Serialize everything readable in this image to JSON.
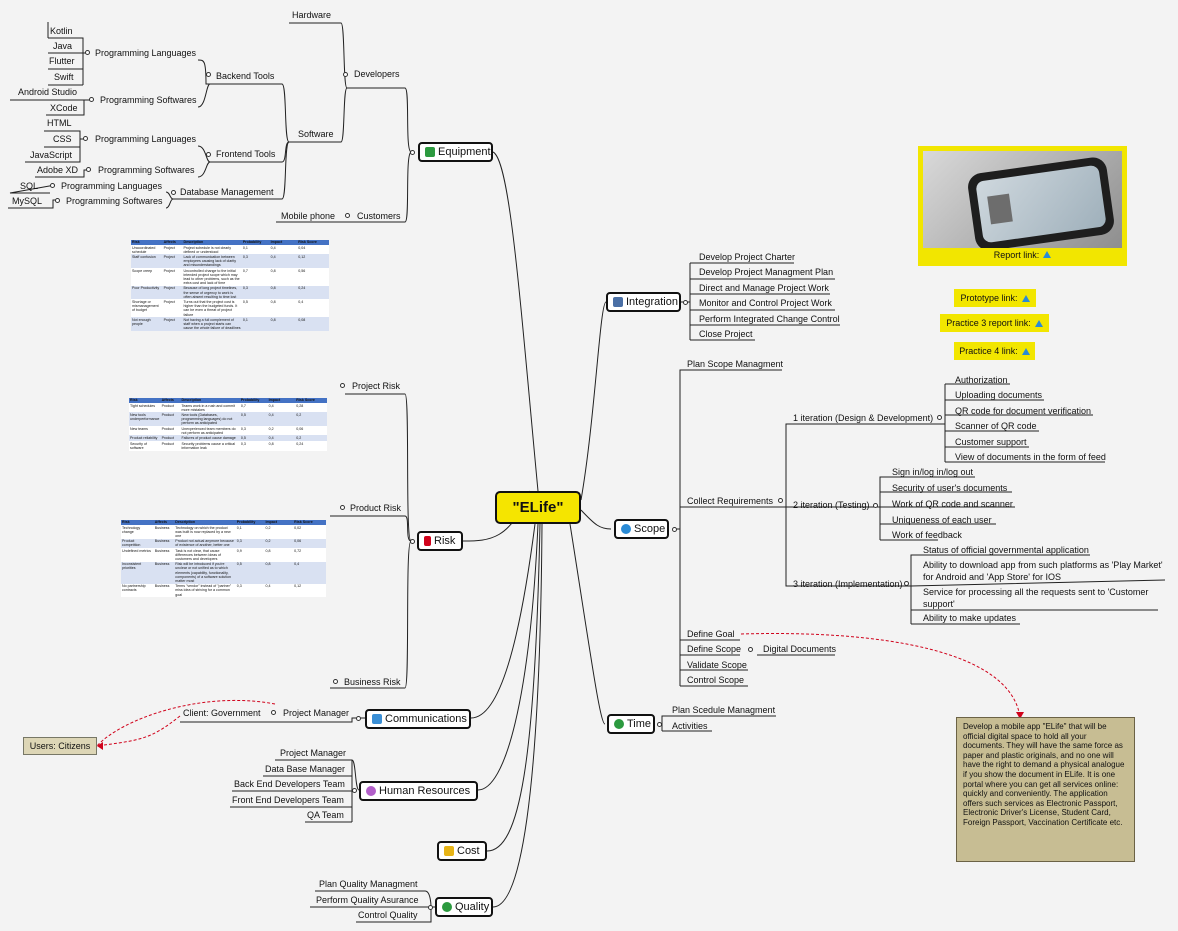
{
  "center_title": "\"ELife\"",
  "equipment": {
    "title": "Equipment",
    "hardware": "Hardware",
    "developers": "Developers",
    "backend_tools": "Backend Tools",
    "software": "Software",
    "frontend_tools": "Frontend Tools",
    "database_management": "Database Management",
    "mobile_phone": "Mobile phone",
    "customers": "Customers",
    "backend_languages_label": "Programming Languages",
    "backend_languages": [
      "Kotlin",
      "Java",
      "Flutter",
      "Swift"
    ],
    "backend_softwares_label": "Programming Softwares",
    "backend_softwares": [
      "Android Studio",
      "XCode"
    ],
    "frontend_languages_label": "Programming Languages",
    "frontend_languages": [
      "HTML",
      "CSS",
      "JavaScript"
    ],
    "frontend_softwares_label": "Programming Softwares",
    "frontend_softwares": [
      "Adobe XD"
    ],
    "db_languages_label": "Programming Languages",
    "db_language": "SQL",
    "db_softwares_label": "Programming Softwares",
    "db_software": "MySQL"
  },
  "risk": {
    "title": "Risk",
    "project_risk": "Project Risk",
    "product_risk": "Product Risk",
    "business_risk": "Business Risk",
    "headers": [
      "Risk",
      "Affects",
      "Description",
      "Probability",
      "Impact",
      "Risk Score"
    ],
    "project_rows": [
      [
        "Uncoordinated schedule",
        "Project",
        "Project schedule is not clearly defined or understood",
        "0,1",
        "0,4",
        "0,04"
      ],
      [
        "Staff confusion",
        "Project",
        "Lack of communication between employees causing lack of clarity and misunderstandings",
        "0,3",
        "0,4",
        "0,12"
      ],
      [
        "Scope creep",
        "Project",
        "Uncontrolled change to the initial intended project scope which may lead to other problems, such as the extra cost and lack of time",
        "0,7",
        "0,8",
        "0,56"
      ],
      [
        "Poor Productivity",
        "Project",
        "Because of long project timelines, the sense of urgency to work is often absent resulting to time lost",
        "0,3",
        "0,8",
        "0,24"
      ],
      [
        "Shortage or mismanagement of budget",
        "Project",
        "Turns out that the project cost is higher than the budgeted funds. It can be even a threat of project failure",
        "0,5",
        "0,8",
        "0,4"
      ],
      [
        "Not enough people",
        "Project",
        "Not having a full complement of staff when a project starts can cause the whole failure of deadlines",
        "0,1",
        "0,8",
        "0,08"
      ]
    ],
    "product_rows": [
      [
        "Tight schedules",
        "Product",
        "Teams work in a rush and commit more mistakes",
        "0,7",
        "0,4",
        "0,28"
      ],
      [
        "New tools underperformance",
        "Product",
        "New tools (Databases, programming languages) do not perform as anticipated",
        "0,5",
        "0,4",
        "0,2"
      ],
      [
        "New teams",
        "Product",
        "Unexperienced team members do not perform as anticipated",
        "0,3",
        "0,2",
        "0,06"
      ],
      [
        "Product reliability",
        "Product",
        "Failures of product cause damage",
        "0,5",
        "0,4",
        "0,2"
      ],
      [
        "Security of software",
        "Product",
        "Security problems cause a critical information leak",
        "0,3",
        "0,8",
        "0,24"
      ]
    ],
    "business_rows": [
      [
        "Technology change",
        "Business",
        "Technology on which the product was built is now replaced by a new one",
        "0,1",
        "0,2",
        "0,02"
      ],
      [
        "Product competition",
        "Business",
        "Product not actual anymore because of existence of another, better one",
        "0,3",
        "0,2",
        "0,06"
      ],
      [
        "Undefined metrics",
        "Business",
        "Task is not clear, that cause differences between ideas of customers and developers",
        "0,9",
        "0,8",
        "0,72"
      ],
      [
        "Inconsistent priorities",
        "Business",
        "Risk will be introduced if you're unclear or not unified as to which elements (capability, functionality, components) of a software solution matter most",
        "0,5",
        "0,8",
        "0,4"
      ],
      [
        "No partnership contracts",
        "Business",
        "Terms \"vendor\" instead of \"partner\" miss idea of striving for a common goal",
        "0,3",
        "0,4",
        "0,12"
      ]
    ]
  },
  "communications": {
    "title": "Communications",
    "client": "Client: Government",
    "manager": "Project Manager",
    "users": "Users: Citizens"
  },
  "human_resources": {
    "title": "Human Resources",
    "items": [
      "Project Manager",
      "Data Base Manager",
      "Back End Developers Team",
      "Front End Developers Team",
      "QA Team"
    ]
  },
  "cost": {
    "title": "Cost"
  },
  "quality": {
    "title": "Quality",
    "items": [
      "Plan Quality Managment",
      "Perform Quality Asurance",
      "Control Quality"
    ]
  },
  "integration": {
    "title": "Integration",
    "items": [
      "Develop Project Charter",
      "Develop Project Managment Plan",
      "Direct and Manage Project Work",
      "Monitor and Control Project Work",
      "Perform Integrated Change Control",
      "Close Project"
    ]
  },
  "scope": {
    "title": "Scope",
    "plan": "Plan Scope Managment",
    "collect": "Collect Requirements",
    "iteration1": "1 iteration (Design & Development)",
    "iteration1_items": [
      "Authorization",
      "Uploading documents",
      "QR code for document verification",
      "Scanner of QR code",
      "Customer support",
      "View of documents in the form of feed"
    ],
    "iteration2": "2 iteration (Testing)",
    "iteration2_items": [
      "Sign in/log in/log out",
      "Security of user's documents",
      "Work of QR code and scanner",
      "Uniqueness of each user",
      "Work of feedback"
    ],
    "iteration3": "3 iteration (Implementation)",
    "iteration3_items": [
      "Status of official governmental application",
      "Ability to download app from such platforms as 'Play Market' for Android and 'App Store' for IOS",
      "Service for processing all the requests sent to 'Customer support'",
      "Ability to make updates"
    ],
    "define_goal": "Define Goal",
    "define_scope": "Define Scope",
    "digital_documents": "Digital Documents",
    "validate": "Validate Scope",
    "control": "Control Scope"
  },
  "time": {
    "title": "Time",
    "items": [
      "Plan Scedule Managment",
      "Activities"
    ]
  },
  "links": {
    "report": "Report link:",
    "prototype": "Prototype link:",
    "practice3": "Practice 3 report link:",
    "practice4": "Practice 4 link:"
  },
  "goal_note": "Develop a mobile app \"ELife\" that will be official digital space to hold all your documents. They will have the same force as paper and plastic originals, and no one will have the right to demand a physical analogue if you show the document in ELife. It is one portal where you can get all services online: quickly and conveniently. The application offers such services as Electronic Passport, Electronic Driver's License,  Student Card,  Foreign Passport, Vaccination Certificate etc.",
  "colors": {
    "center": "#f5e500",
    "note": "#c7bd93",
    "arrow": "#d0021b",
    "table_header": "#4472c4",
    "table_band": "#d9e1f2"
  },
  "icons": [
    "pencil-icon",
    "flag-icon",
    "contact-icon",
    "person-icon",
    "coin-icon",
    "check-icon",
    "window-icon",
    "help-icon",
    "clock-icon",
    "drive-icon"
  ]
}
